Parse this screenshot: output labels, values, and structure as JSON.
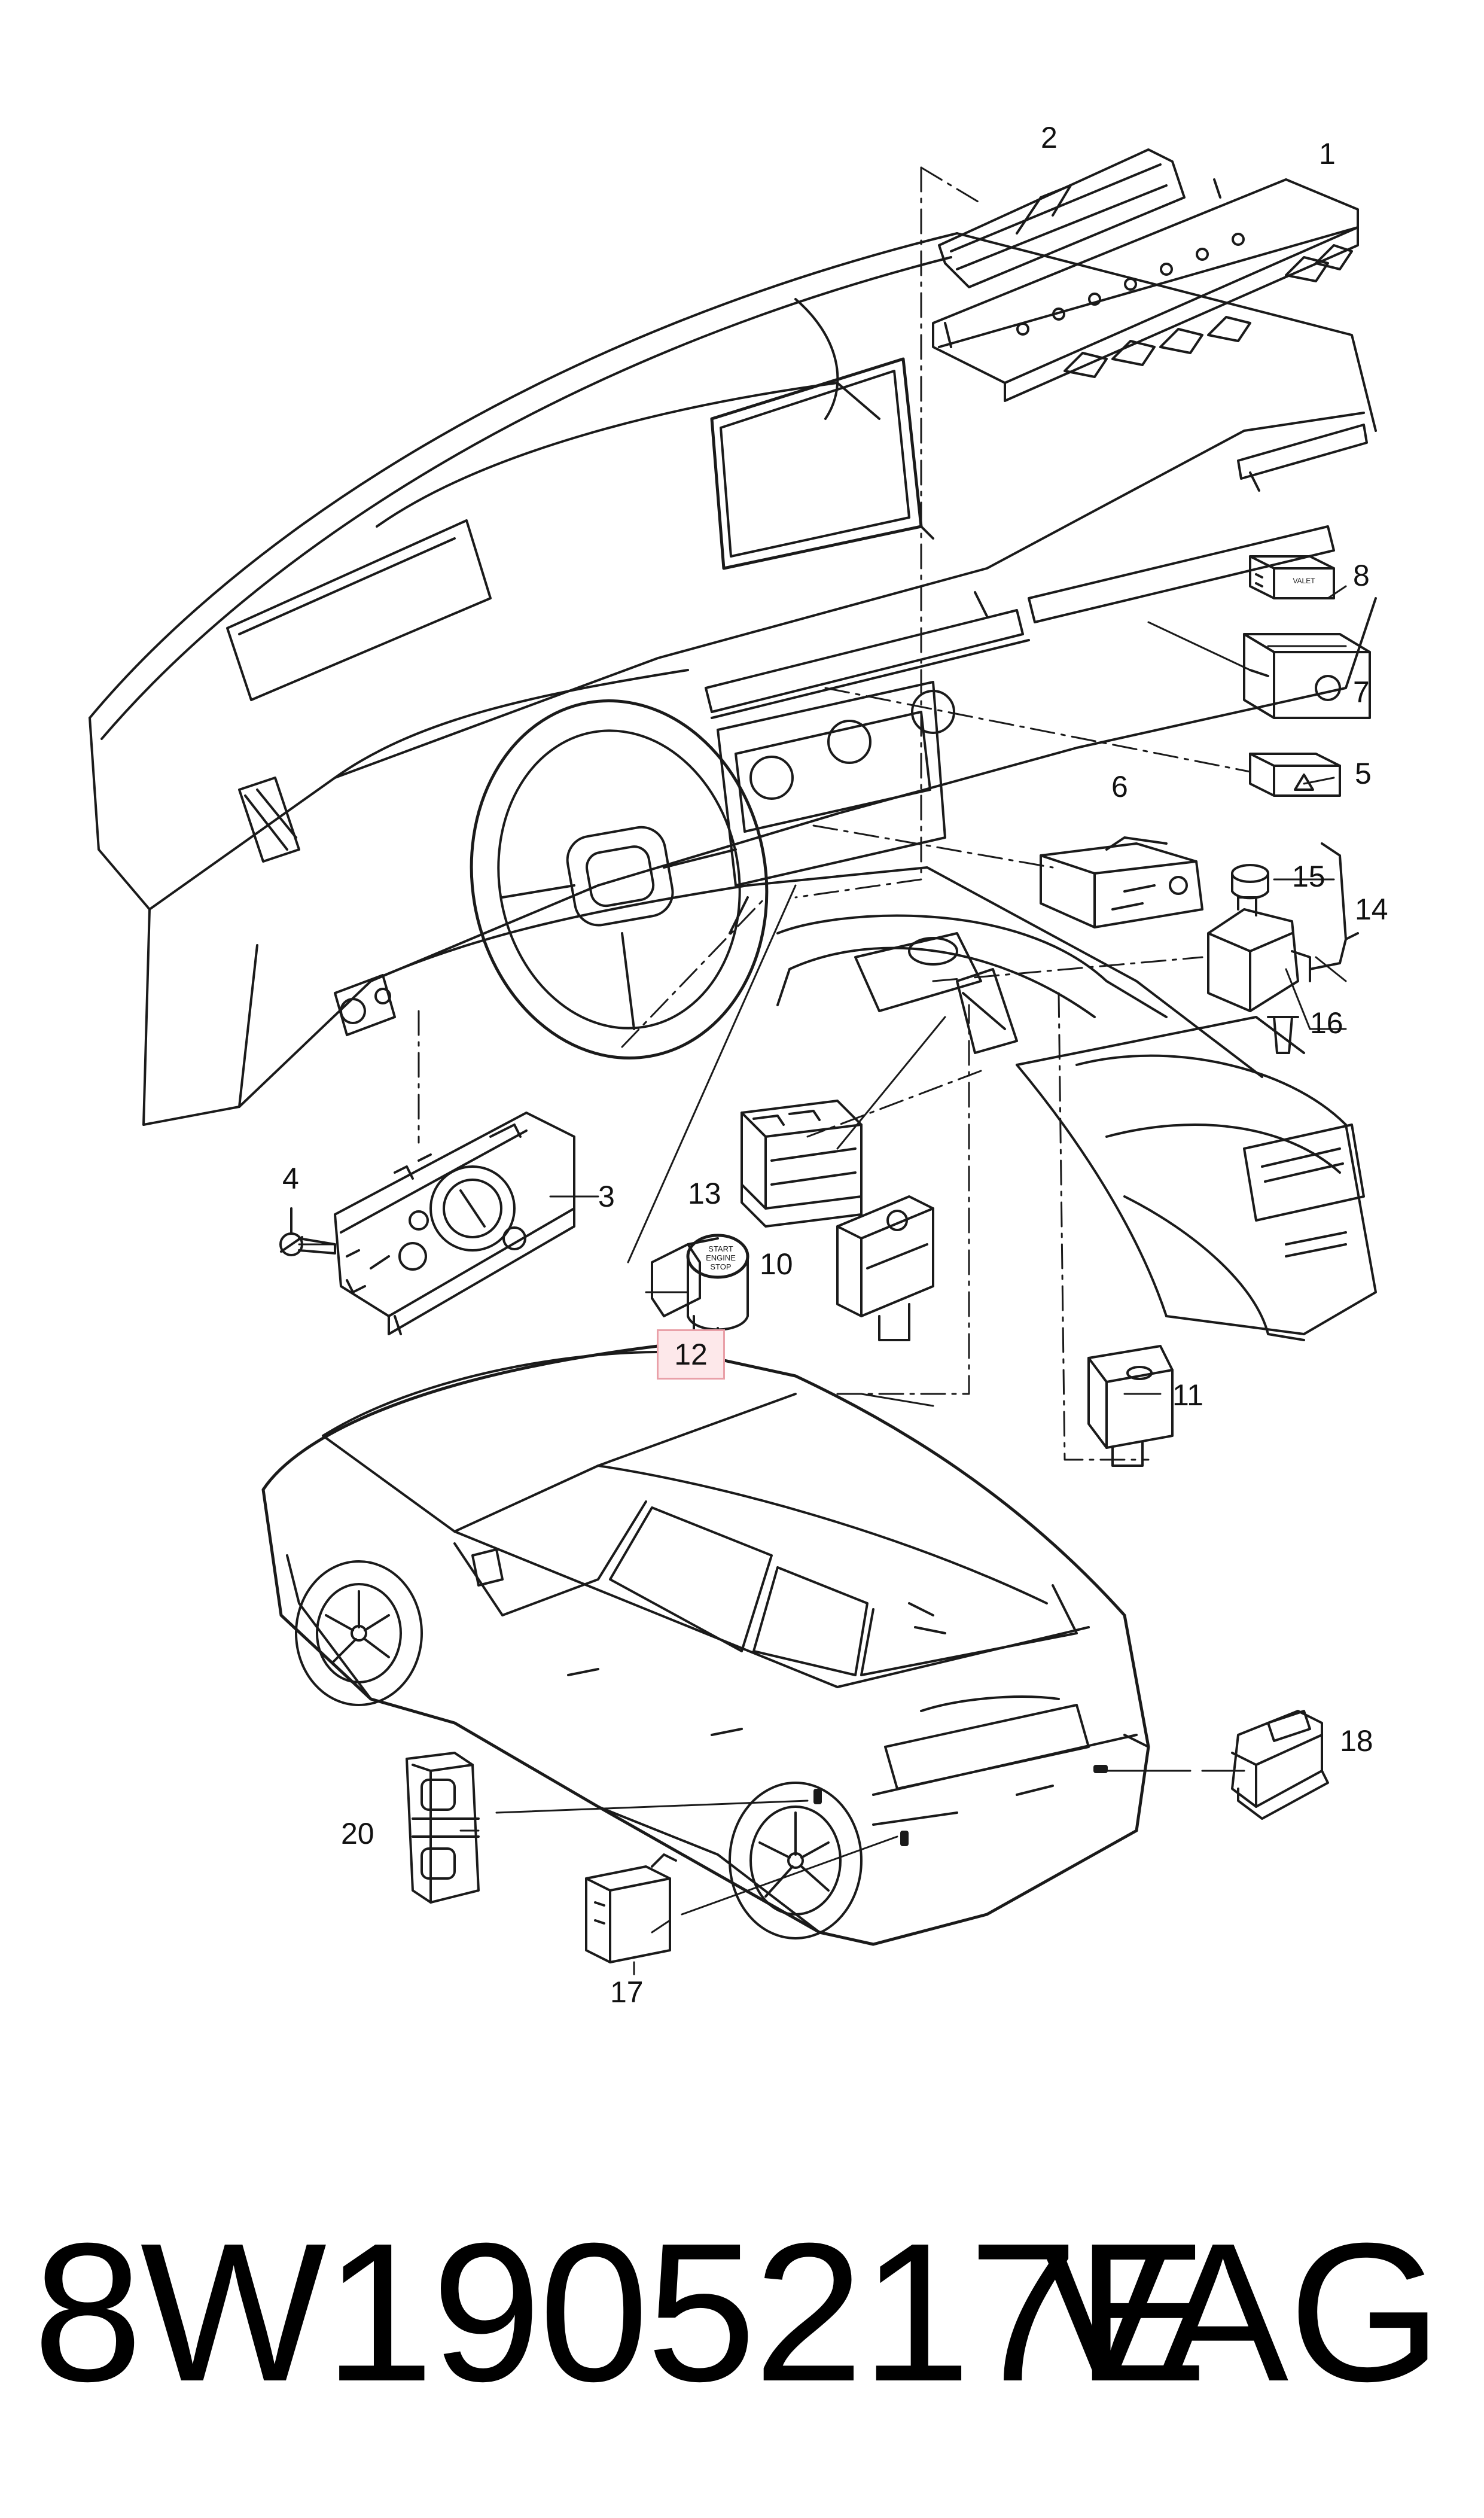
{
  "callouts": [
    "1",
    "2",
    "3",
    "4",
    "5",
    "6",
    "7",
    "8",
    "10",
    "11",
    "12",
    "13",
    "14",
    "15",
    "16",
    "17",
    "18",
    "20"
  ],
  "highlighted_callout": "12",
  "button_text": {
    "start_line1": "START",
    "start_line2": "ENGINE",
    "start_line3": "STOP",
    "valet": "VALET"
  },
  "footer": {
    "part_number": "8W1905217E",
    "brand": "VAG"
  },
  "colors": {
    "line": "#1a1a1a",
    "highlight_fill": "#fde8ea",
    "highlight_border": "#e9a0a8"
  }
}
